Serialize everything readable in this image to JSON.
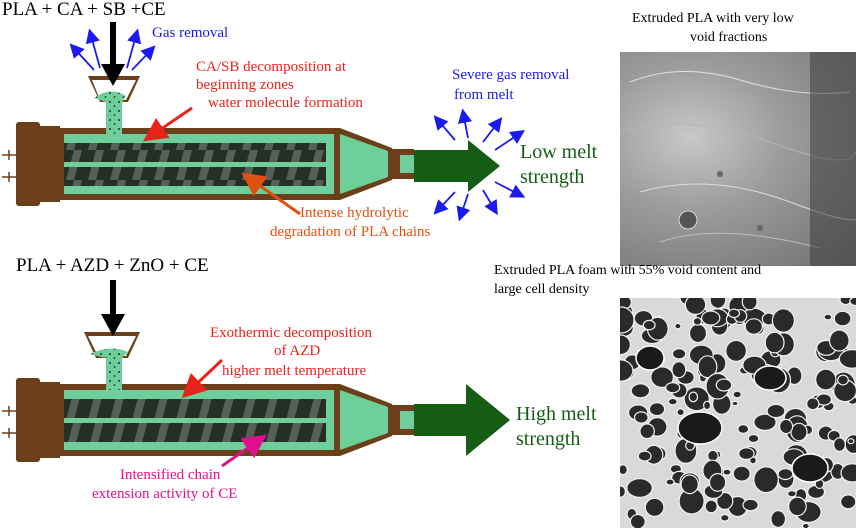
{
  "top": {
    "formula": "PLA + CA + SB +CE",
    "gas_removal": "Gas removal",
    "decomp_lines": [
      "CA/SB decomposition at",
      "beginning zones",
      "water molecule formation"
    ],
    "severe_gas_lines": [
      "Severe gas removal",
      "from melt"
    ],
    "melt_lines": [
      "Low melt",
      "strength"
    ],
    "hydrolytic_lines": [
      "Intense hydrolytic",
      "degradation of PLA chains"
    ],
    "image_caption_lines": [
      "Extruded PLA with very low",
      "void fractions"
    ]
  },
  "bottom": {
    "formula": "PLA + AZD + ZnO + CE",
    "exo_lines": [
      "Exothermic decomposition",
      "of AZD",
      "higher melt temperature"
    ],
    "melt_lines": [
      "High melt",
      "strength"
    ],
    "chain_lines": [
      "Intensified chain",
      "extension activity of CE"
    ],
    "image_caption_lines": [
      "Extruded PLA foam with 55% void content and",
      "large cell density"
    ]
  },
  "colors": {
    "barrel": "#6b3f1a",
    "melt": "#6fcf9a",
    "screw": "#1f2a1f",
    "flow_arrow": "#155d15",
    "gas_arrow": "#1a1aee",
    "red_text": "#e8231a",
    "orange_text": "#e05010",
    "magenta_text": "#e0108c"
  }
}
